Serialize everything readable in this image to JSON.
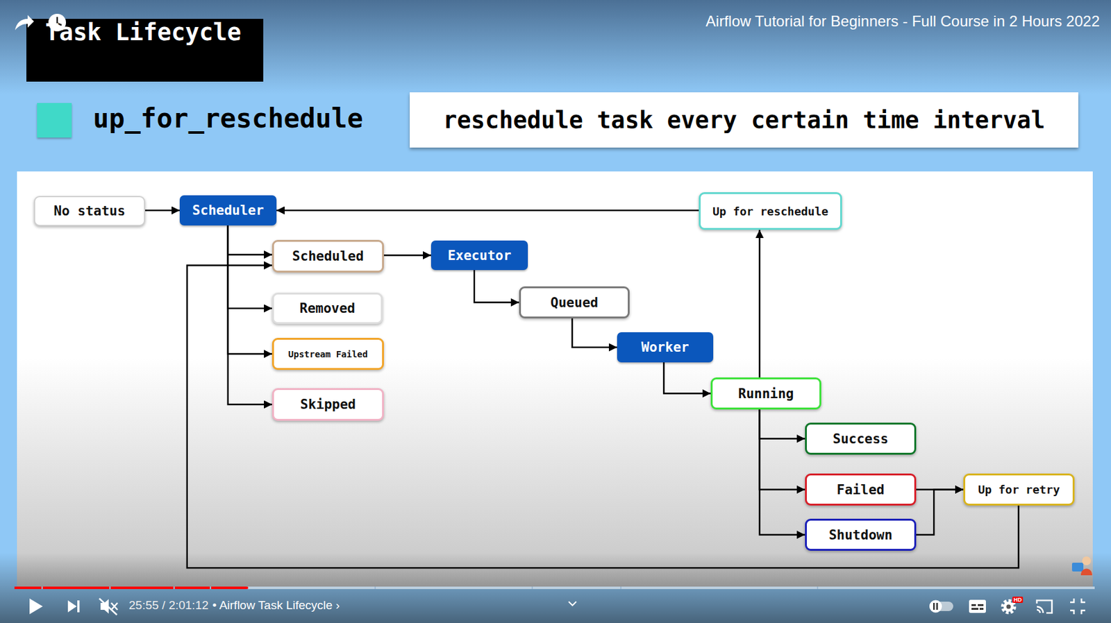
{
  "diagram": {
    "title": "Task Lifecycle",
    "nodes": [
      {
        "text": [
          "reschedule task every certain time interval"
        ]
      },
      {
        "text": [
          "No status"
        ]
      },
      {
        "text": [
          "Scheduler"
        ]
      },
      {
        "text": [
          "Up for reschedule"
        ]
      },
      {
        "text": [
          "Scheduled"
        ]
      },
      {
        "text": [
          "Executor"
        ]
      },
      {
        "text": [
          "Removed"
        ]
      },
      {
        "text": [
          "Queued"
        ]
      },
      {
        "text": [
          "Upstream Failed"
        ]
      },
      {
        "text": [
          "Worker"
        ]
      },
      {
        "text": [
          "Skipped"
        ]
      },
      {
        "text": [
          "Running"
        ]
      },
      {
        "text": [
          "Success"
        ]
      },
      {
        "text": [
          "Failed"
        ]
      },
      {
        "text": [
          "Up for retry"
        ]
      },
      {
        "text": [
          "Shutdown"
        ]
      }
    ],
    "edges": [
      {
        "from": 1,
        "to": 2,
        "arrow": "to"
      },
      {
        "from": 2,
        "to": 4,
        "arrow": "to"
      },
      {
        "from": 2,
        "to": 6,
        "arrow": "to"
      },
      {
        "from": 2,
        "to": 8,
        "arrow": "to"
      },
      {
        "from": 2,
        "to": 10,
        "arrow": "to"
      },
      {
        "from": 4,
        "to": 5,
        "arrow": "to"
      },
      {
        "from": 5,
        "to": 7,
        "arrow": "to"
      },
      {
        "from": 7,
        "to": 9,
        "arrow": "to"
      },
      {
        "from": 9,
        "to": 11,
        "arrow": "to"
      },
      {
        "from": 11,
        "to": 3,
        "arrow": "to"
      },
      {
        "from": 3,
        "to": 2,
        "arrow": "to"
      },
      {
        "from": 11,
        "to": 12,
        "arrow": "to"
      },
      {
        "from": 11,
        "to": 13,
        "arrow": "to"
      },
      {
        "from": 11,
        "to": 15,
        "arrow": "to"
      },
      {
        "from": 13,
        "to": 14,
        "arrow": "to"
      },
      {
        "from": 15,
        "to": 14,
        "arrow": "to"
      },
      {
        "from": 14,
        "to": 4,
        "arrow": "to"
      }
    ],
    "labels": [
      "Airflow Tutorial for Beginners - Full Course in 2 Hours 2022",
      "25:55 / 2:01:12",
      "• Airflow Task Lifecycle ›",
      "HD"
    ],
    "legend": [
      {
        "text": "up_for_reschedule",
        "color": "#40d9c8"
      }
    ]
  }
}
